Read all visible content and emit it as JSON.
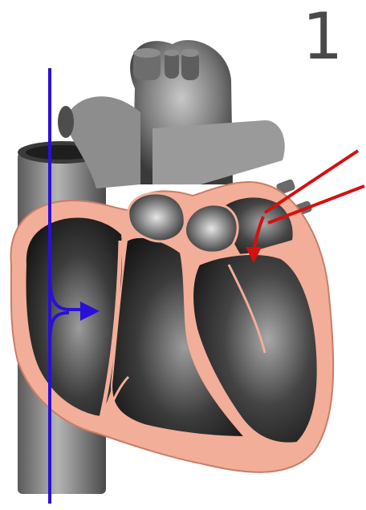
{
  "figure": {
    "step_number": "1"
  },
  "colors": {
    "tissue": "#f2ae98",
    "tissue_edge": "#c97d67",
    "vessel_light": "#9a9a9a",
    "vessel_dark": "#444444",
    "chamber_light": "#8a8a8a",
    "chamber_dark": "#1a1a1a",
    "deoxygenated_flow": "#2a10d6",
    "oxygenated_flow": "#d60f0f"
  },
  "icons": {
    "deoxygenated_flow": "blue-flow-arrow",
    "oxygenated_flow": "red-flow-arrow"
  }
}
